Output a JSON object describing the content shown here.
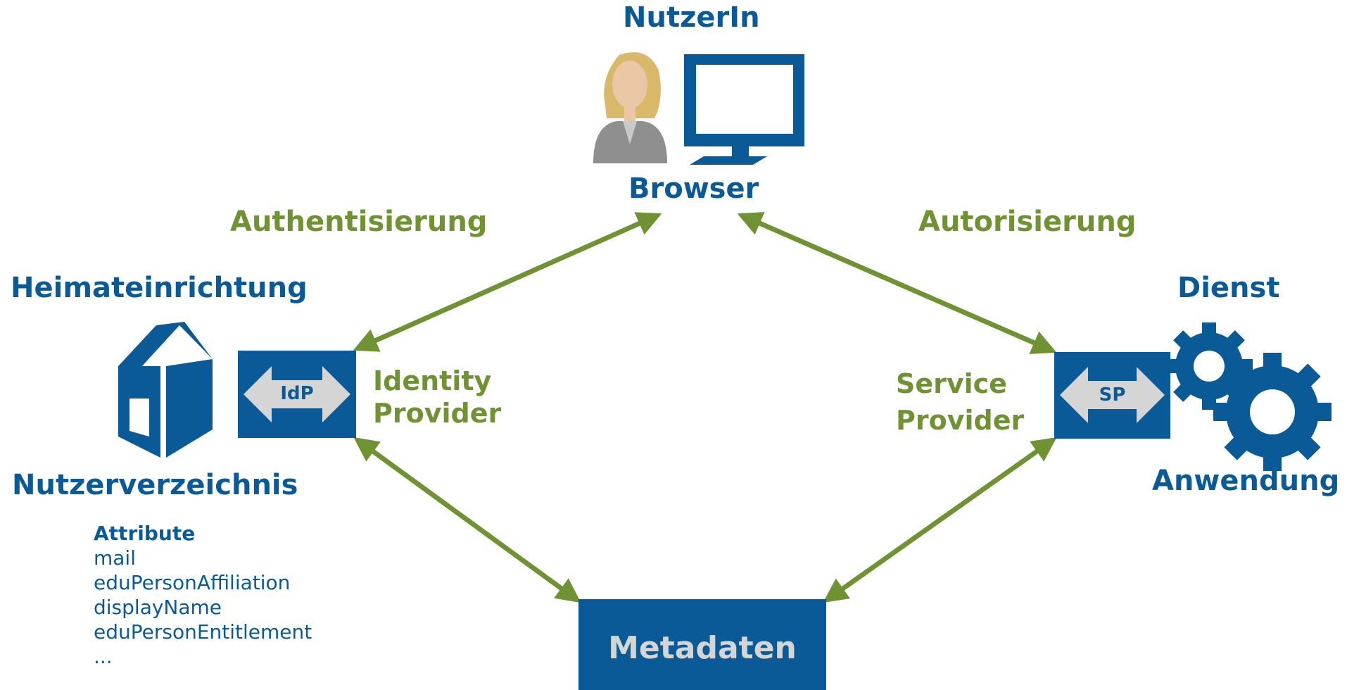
{
  "user": {
    "title": "NutzerIn",
    "browser_label": "Browser"
  },
  "flows": {
    "authentication": "Authentisierung",
    "authorization": "Autorisierung"
  },
  "home": {
    "title": "Heimateinrichtung",
    "directory": "Nutzerverzeichnis",
    "idp_badge": "IdP",
    "idp_line1": "Identity",
    "idp_line2": "Provider"
  },
  "attributes": {
    "heading": "Attribute",
    "items": [
      "mail",
      "eduPersonAffiliation",
      "displayName",
      "eduPersonEntitlement",
      "..."
    ]
  },
  "service": {
    "title": "Dienst",
    "application": "Anwendung",
    "sp_badge": "SP",
    "sp_line1": "Service",
    "sp_line2": "Provider"
  },
  "metadata": {
    "label": "Metadaten"
  },
  "colors": {
    "brand_blue": "#0a5a97",
    "arrow_green": "#6f9233",
    "light_gray": "#d5d5d5"
  }
}
